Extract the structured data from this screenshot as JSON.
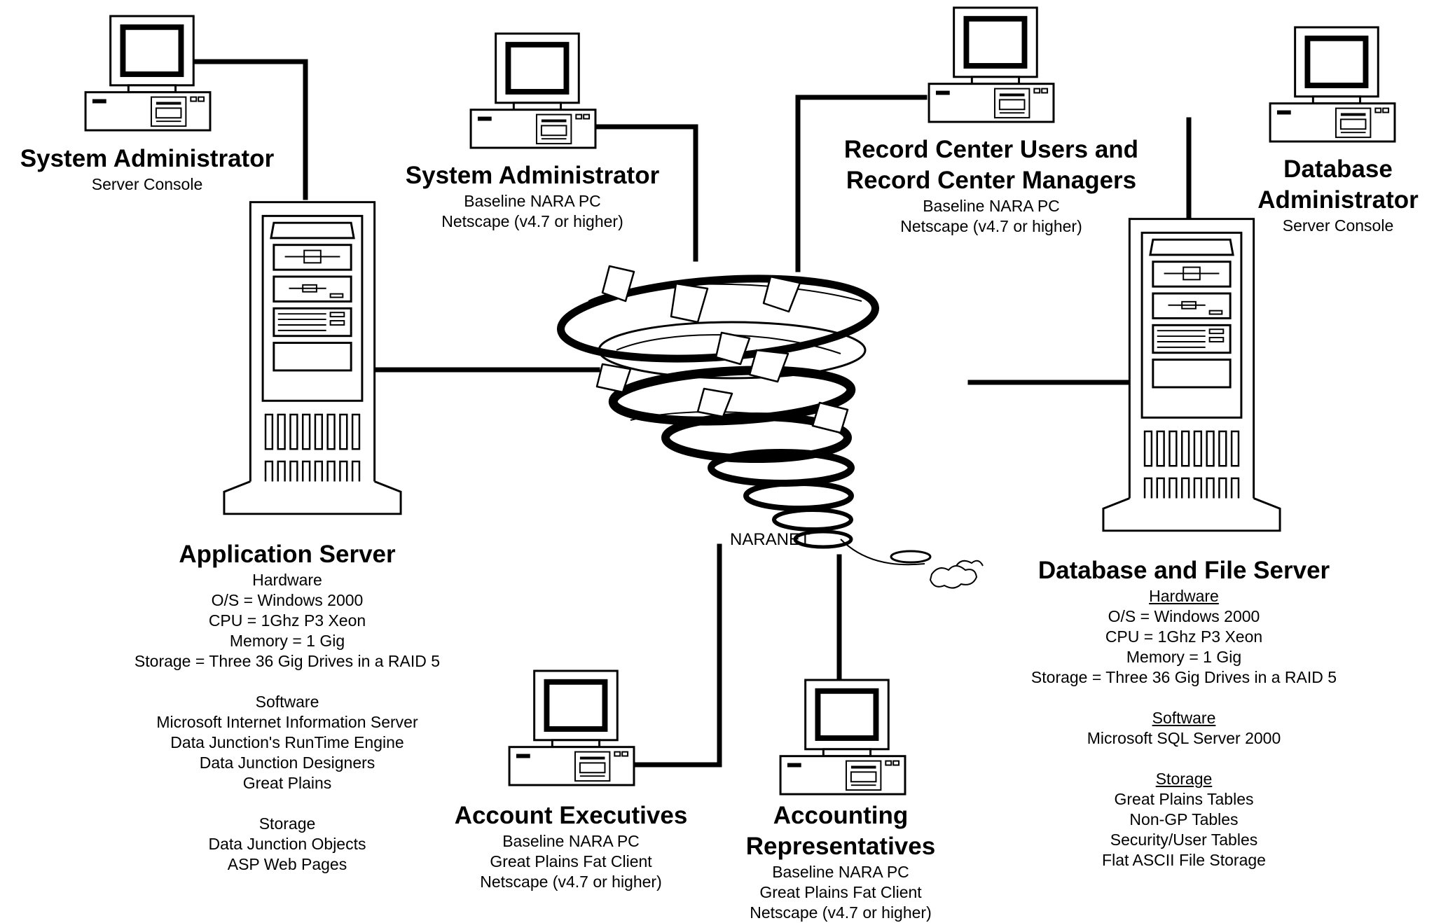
{
  "network": {
    "label": "NARANET"
  },
  "nodes": {
    "sysadmin_console": {
      "title": "System Administrator",
      "lines": [
        "Server Console"
      ]
    },
    "sysadmin_pc": {
      "title": "System Administrator",
      "lines": [
        "Baseline NARA PC",
        "Netscape (v4.7 or higher)"
      ]
    },
    "record_center": {
      "title_line1": "Record Center Users and",
      "title_line2": "Record Center Managers",
      "lines": [
        "Baseline NARA PC",
        "Netscape (v4.7 or higher)"
      ]
    },
    "db_admin": {
      "title_line1": "Database",
      "title_line2": "Administrator",
      "lines": [
        "Server Console"
      ]
    },
    "app_server": {
      "title": "Application Server",
      "hardware_heading": "Hardware",
      "hardware": [
        "O/S = Windows 2000",
        "CPU = 1Ghz P3 Xeon",
        "Memory = 1 Gig",
        "Storage = Three 36 Gig Drives in a RAID 5"
      ],
      "software_heading": "Software",
      "software": [
        "Microsoft Internet Information Server",
        "Data Junction's RunTime Engine",
        "Data Junction Designers",
        "Great Plains"
      ],
      "storage_heading": "Storage",
      "storage": [
        "Data Junction Objects",
        "ASP Web Pages"
      ]
    },
    "db_server": {
      "title": "Database and File Server",
      "hardware_heading": "Hardware",
      "hardware": [
        "O/S = Windows 2000",
        "CPU = 1Ghz P3 Xeon",
        "Memory = 1 Gig",
        "Storage = Three 36 Gig Drives in a RAID 5"
      ],
      "software_heading": "Software",
      "software": [
        "Microsoft SQL Server 2000"
      ],
      "storage_heading": "Storage",
      "storage": [
        "Great Plains Tables",
        "Non-GP Tables",
        "Security/User Tables",
        "Flat ASCII File Storage"
      ]
    },
    "account_exec": {
      "title": "Account Executives",
      "lines": [
        "Baseline NARA PC",
        "Great Plains Fat Client",
        "Netscape (v4.7 or higher)"
      ]
    },
    "accounting_reps": {
      "title_line1": "Accounting",
      "title_line2": "Representatives",
      "lines": [
        "Baseline NARA PC",
        "Great Plains Fat Client",
        "Netscape (v4.7 or higher)"
      ]
    }
  }
}
